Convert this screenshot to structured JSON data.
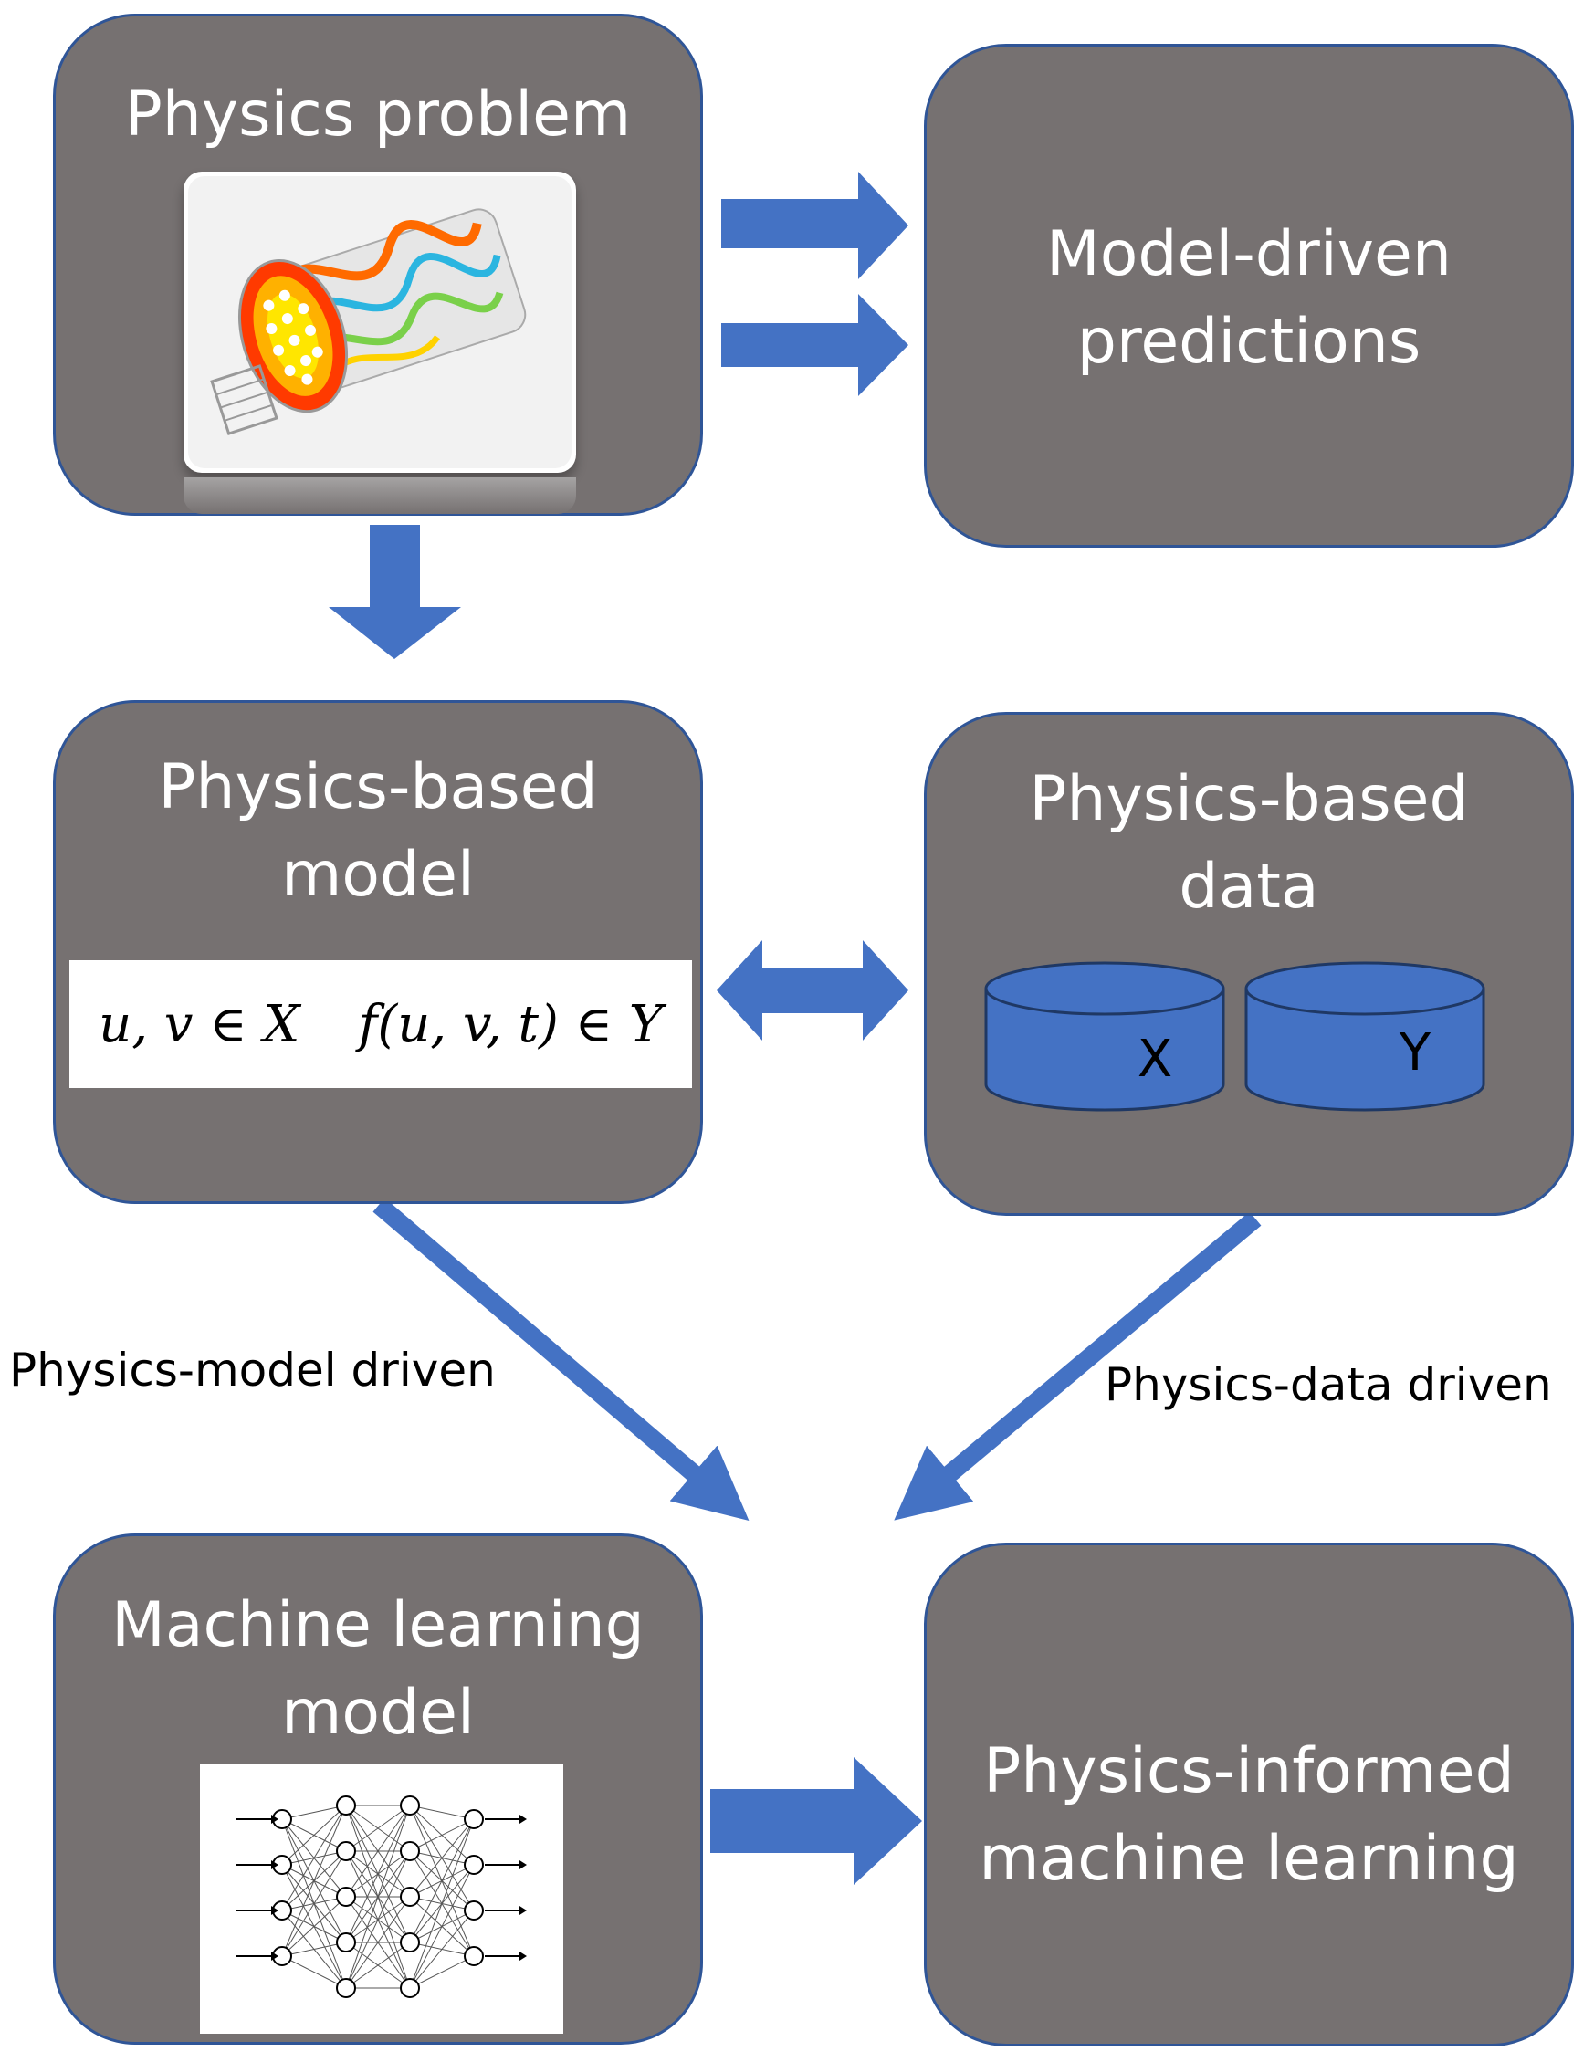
{
  "boxes": {
    "physics_problem": {
      "title_lines": [
        "Physics problem"
      ]
    },
    "model_driven": {
      "title_lines": [
        "Model-driven",
        "predictions"
      ]
    },
    "physics_model": {
      "title_lines": [
        "Physics-based",
        "model"
      ]
    },
    "physics_data": {
      "title_lines": [
        "Physics-based",
        "data"
      ]
    },
    "ml_model": {
      "title_lines": [
        "Machine learning",
        "model"
      ]
    },
    "piml": {
      "title_lines": [
        "Physics-informed",
        "machine learning"
      ]
    }
  },
  "formula": {
    "left": "u, v ∈ X",
    "right": "f(u, v, t) ∈ Y"
  },
  "data_cylinders": [
    "X",
    "Y"
  ],
  "edge_labels": {
    "model_driven": "Physics-model driven",
    "data_driven": "Physics-data driven"
  },
  "colors": {
    "box_fill": "#767171",
    "box_border": "#2f5597",
    "arrow": "#4472c4",
    "cylinder": "#4472c4"
  }
}
